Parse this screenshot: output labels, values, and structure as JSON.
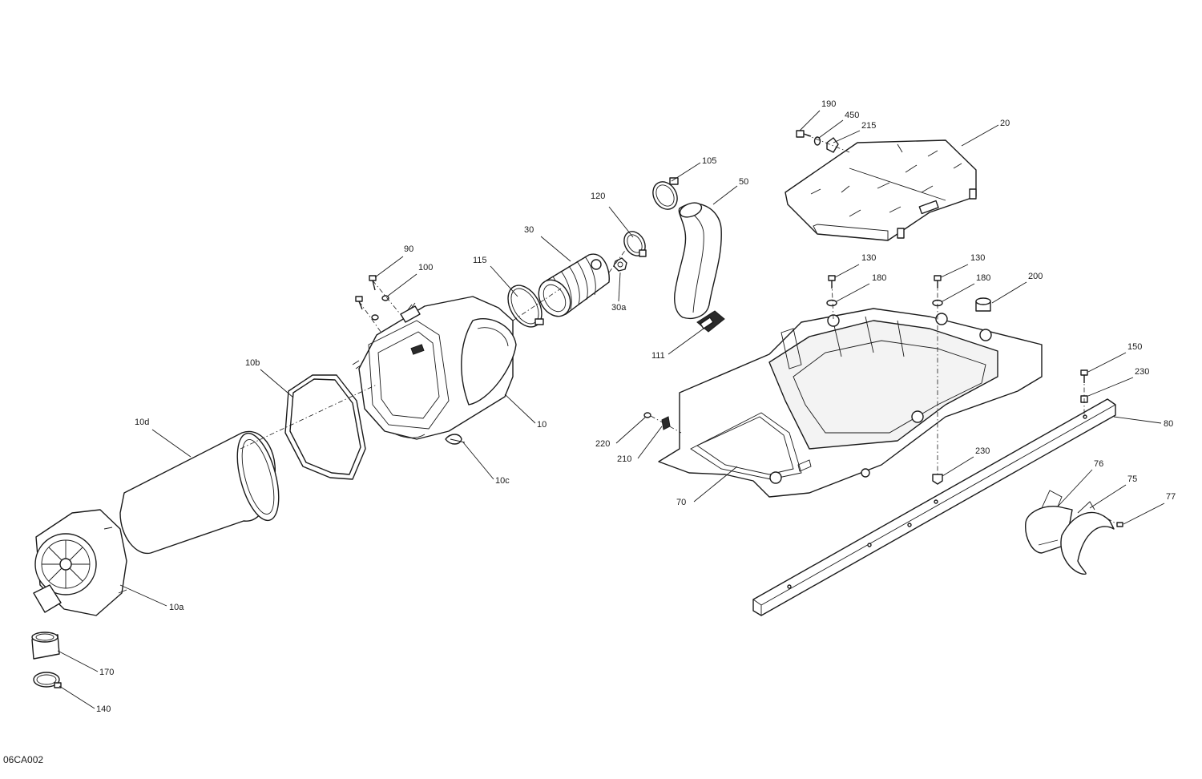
{
  "drawing_code": "06CA002",
  "callouts": [
    {
      "id": "p190",
      "label": "190"
    },
    {
      "id": "p450",
      "label": "450"
    },
    {
      "id": "p215",
      "label": "215"
    },
    {
      "id": "p20",
      "label": "20"
    },
    {
      "id": "p105",
      "label": "105"
    },
    {
      "id": "p50",
      "label": "50"
    },
    {
      "id": "p120",
      "label": "120"
    },
    {
      "id": "p30",
      "label": "30"
    },
    {
      "id": "p30a",
      "label": "30a"
    },
    {
      "id": "p115",
      "label": "115"
    },
    {
      "id": "p90",
      "label": "90"
    },
    {
      "id": "p100",
      "label": "100"
    },
    {
      "id": "p111",
      "label": "111"
    },
    {
      "id": "p130a",
      "label": "130"
    },
    {
      "id": "p130b",
      "label": "130"
    },
    {
      "id": "p180a",
      "label": "180"
    },
    {
      "id": "p180b",
      "label": "180"
    },
    {
      "id": "p200",
      "label": "200"
    },
    {
      "id": "p150",
      "label": "150"
    },
    {
      "id": "p230a",
      "label": "230"
    },
    {
      "id": "p80",
      "label": "80"
    },
    {
      "id": "p10b",
      "label": "10b"
    },
    {
      "id": "p10",
      "label": "10"
    },
    {
      "id": "p10d",
      "label": "10d"
    },
    {
      "id": "p10c",
      "label": "10c"
    },
    {
      "id": "p220",
      "label": "220"
    },
    {
      "id": "p210",
      "label": "210"
    },
    {
      "id": "p230b",
      "label": "230"
    },
    {
      "id": "p70",
      "label": "70"
    },
    {
      "id": "p76",
      "label": "76"
    },
    {
      "id": "p75",
      "label": "75"
    },
    {
      "id": "p77",
      "label": "77"
    },
    {
      "id": "p10a",
      "label": "10a"
    },
    {
      "id": "p170",
      "label": "170"
    },
    {
      "id": "p140",
      "label": "140"
    }
  ]
}
